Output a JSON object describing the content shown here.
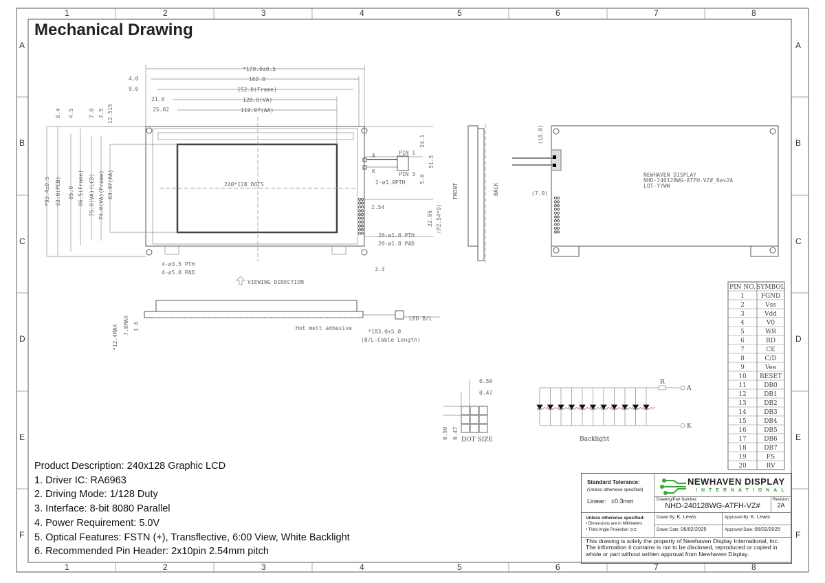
{
  "title": "Mechanical Drawing",
  "grid": {
    "columns": [
      "1",
      "2",
      "3",
      "4",
      "5",
      "6",
      "7",
      "8"
    ],
    "rows": [
      "A",
      "B",
      "C",
      "D",
      "E",
      "F"
    ]
  },
  "front_view": {
    "dims_top": [
      "*170.0±0.5",
      "162.0",
      "152.0(Frame)",
      "128.0(VA)",
      "119.97(AA)",
      "4.0",
      "9.0",
      "21.0",
      "25.02"
    ],
    "dims_left": [
      "*93.4±0.5",
      "93.0(PCB)",
      "85.0",
      "86.5(Frame)",
      "75.0(VA)(LCD)",
      "74.0(VA)(Frame)",
      "63.97(AA)"
    ],
    "dims_left_offsets": [
      "0.4",
      "4.5",
      "7.0",
      "7.5",
      "12.515"
    ],
    "dots_label": "240*128 DOTS",
    "dims_right": [
      "24.1",
      "51.5",
      "5.0",
      "22.86",
      "(P2.54*9)",
      "2.54",
      "3.3"
    ],
    "pin1": "PIN 1",
    "pin3": "PIN 3",
    "anode": "A",
    "cathode": "K",
    "bl_holes": "2-ø1.0PTH",
    "header_holes_1": "20-ø1.0 PTH",
    "header_holes_2": "20-ø1.8 PAD",
    "mount_holes_1": "4-ø3.5 PTH",
    "mount_holes_2": "4-ø5.0 PAD",
    "viewing_direction": "VIEWING DIRECTION"
  },
  "side_view": {
    "front": "FRONT",
    "back": "BACK"
  },
  "back_view": {
    "dim_top": "(18.0)",
    "dim_side": "(7.0)",
    "silk_1": "NEWHAVEN DISPLAY",
    "silk_2": "NHD-240128WG-ATFH-VZ#_Rev2A",
    "silk_3": "LOT-YYWW"
  },
  "bottom_view": {
    "dims": [
      "*12.4MAX",
      "7.8MAX",
      "1.6"
    ],
    "adhesive": "Hot melt adhesive",
    "cable_len": "*183.0±5.0",
    "cable_note": "(B/L-Cable Length)",
    "led": "LED B/L"
  },
  "dot_size": {
    "label": "DOT SIZE",
    "d1": "0.50",
    "d2": "0.47",
    "d3": "0.50",
    "d4": "0.47"
  },
  "backlight": {
    "label": "Backlight",
    "r": "R",
    "a": "A",
    "k": "K",
    "led_count": 11
  },
  "pin_table": {
    "headers": [
      "PIN NO.",
      "SYMBOL"
    ],
    "rows": [
      [
        "1",
        "FGND"
      ],
      [
        "2",
        "Vss"
      ],
      [
        "3",
        "Vdd"
      ],
      [
        "4",
        "V0"
      ],
      [
        "5",
        "WR"
      ],
      [
        "6",
        "RD"
      ],
      [
        "7",
        "CE"
      ],
      [
        "8",
        "C/D"
      ],
      [
        "9",
        "Vee"
      ],
      [
        "10",
        "RESET"
      ],
      [
        "11",
        "DB0"
      ],
      [
        "12",
        "DB1"
      ],
      [
        "13",
        "DB2"
      ],
      [
        "14",
        "DB3"
      ],
      [
        "15",
        "DB4"
      ],
      [
        "16",
        "DB5"
      ],
      [
        "17",
        "DB6"
      ],
      [
        "18",
        "DB7"
      ],
      [
        "19",
        "FS"
      ],
      [
        "20",
        "RV"
      ]
    ]
  },
  "description": [
    "Product Description: 240x128 Graphic LCD",
    "1. Driver IC: RA6963",
    "2. Driving Mode: 1/128 Duty",
    "3. Interface: 8-bit 8080 Parallel",
    "4. Power Requirement: 5.0V",
    "5. Optical Features: FSTN (+), Transflective, 6:00 View, White Backlight",
    "6. Recommended Pin Header: 2x10pin 2.54mm pitch"
  ],
  "title_block": {
    "tol_title": "Standard Tolerance:",
    "tol_sub": "(Unless otherwise specified)",
    "linear": "Linear:   ±0.3mm",
    "logo_1": "NEWHAVEN DISPLAY",
    "logo_2": "INTERNATIONAL",
    "part_label": "Drawing/Part Number:",
    "part": "NHD-240128WG-ATFH-VZ#",
    "rev_label": "Revision:",
    "rev": "2A",
    "unless": "Unless otherwise specified:",
    "mm": "• Dimensions are in Millimeters",
    "proj": "• Third Angle Projection",
    "drawn_by_label": "Drawn By:",
    "drawn_by": "K. Lewis",
    "approved_by_label": "Approved By:",
    "approved_by": "K. Lewis",
    "drawn_date_label": "Drawn Date:",
    "drawn_date": "06/02/2025",
    "approved_date_label": "Approved Date:",
    "approved_date": "06/02/2025",
    "notice": "This drawing is solely the property of Newhaven Display International, Inc. The information it contains is not to be disclosed, reproduced or copied in whole or part without written approval from Newhaven Display."
  },
  "colors": {
    "logo_green": "#3aa635",
    "led_rays": "#e03030",
    "line": "#555555"
  }
}
